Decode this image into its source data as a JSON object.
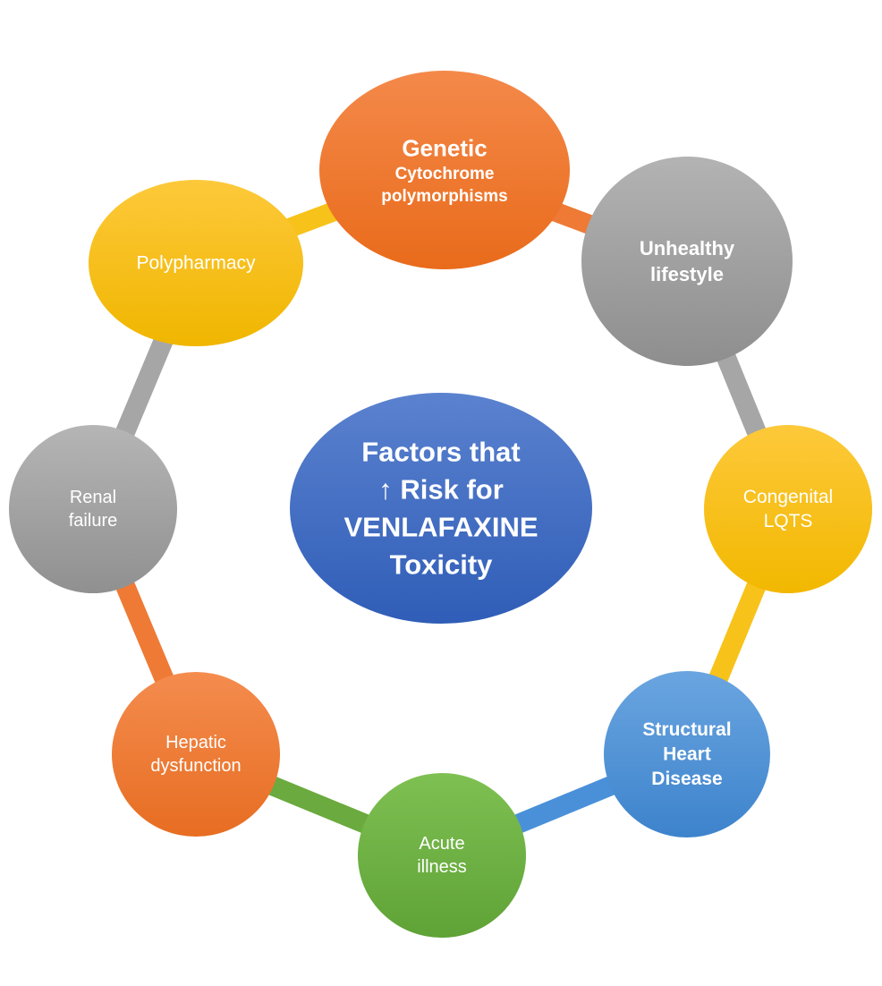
{
  "center": {
    "lines": [
      "Factors that",
      "↑ Risk for",
      "VENLAFAXINE",
      "Toxicity"
    ],
    "color_top": "#5b82cf",
    "color_bottom": "#2f5db7"
  },
  "nodes": [
    {
      "id": "genetic",
      "lines": [
        "Genetic"
      ],
      "sub_lines": [
        "Cytochrome",
        "polymorphisms"
      ],
      "bold": true,
      "color_top": "#f4894a",
      "color_bottom": "#e96b1b"
    },
    {
      "id": "unhealthy-lifestyle",
      "lines": [
        "Unhealthy",
        "lifestyle"
      ],
      "sub_lines": [],
      "bold": true,
      "color_top": "#b3b3b3",
      "color_bottom": "#8e8e8e"
    },
    {
      "id": "congenital-lqts",
      "lines": [
        "Congenital",
        "LQTS"
      ],
      "sub_lines": [],
      "bold": false,
      "color_top": "#fdc93a",
      "color_bottom": "#f2b800"
    },
    {
      "id": "structural-heart-disease",
      "lines": [
        "Structural",
        "Heart",
        "Disease"
      ],
      "sub_lines": [],
      "bold": true,
      "color_top": "#6aa5e0",
      "color_bottom": "#3d83cc"
    },
    {
      "id": "acute-illness",
      "lines": [
        "Acute",
        "illness"
      ],
      "sub_lines": [],
      "bold": false,
      "color_top": "#7ec052",
      "color_bottom": "#5fa236"
    },
    {
      "id": "hepatic-dysfunction",
      "lines": [
        "Hepatic",
        "dysfunction"
      ],
      "sub_lines": [],
      "bold": false,
      "color_top": "#f48c4e",
      "color_bottom": "#e76d22"
    },
    {
      "id": "renal-failure",
      "lines": [
        "Renal",
        "failure"
      ],
      "sub_lines": [],
      "bold": false,
      "color_top": "#b5b5b5",
      "color_bottom": "#909090"
    },
    {
      "id": "polypharmacy",
      "lines": [
        "Polypharmacy"
      ],
      "sub_lines": [],
      "bold": false,
      "color_top": "#fdc93a",
      "color_bottom": "#f0b600"
    }
  ],
  "ring_segments": [
    {
      "from": "polypharmacy",
      "to": "genetic",
      "color": "#f7c21a"
    },
    {
      "from": "genetic",
      "to": "unhealthy-lifestyle",
      "color": "#ee7a35"
    },
    {
      "from": "unhealthy-lifestyle",
      "to": "congenital-lqts",
      "color": "#a6a6a6"
    },
    {
      "from": "congenital-lqts",
      "to": "structural-heart-disease",
      "color": "#f7c21a"
    },
    {
      "from": "structural-heart-disease",
      "to": "acute-illness",
      "color": "#4a90d9"
    },
    {
      "from": "acute-illness",
      "to": "hepatic-dysfunction",
      "color": "#6aaa3e"
    },
    {
      "from": "hepatic-dysfunction",
      "to": "renal-failure",
      "color": "#ee7a35"
    },
    {
      "from": "renal-failure",
      "to": "polypharmacy",
      "color": "#a6a6a6"
    }
  ],
  "text_color": "#ffffff"
}
